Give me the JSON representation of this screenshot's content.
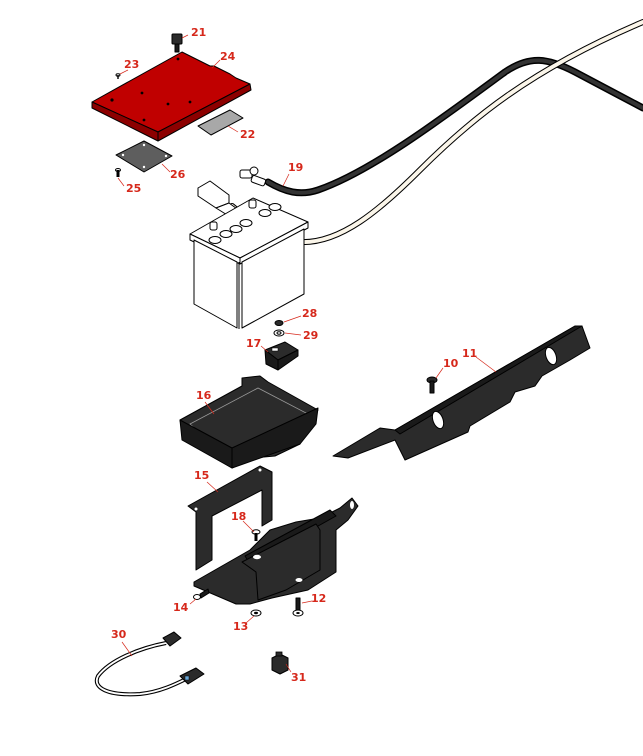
{
  "callouts": [
    {
      "id": "c21",
      "label": "21"
    },
    {
      "id": "c24",
      "label": "24"
    },
    {
      "id": "c23",
      "label": "23"
    },
    {
      "id": "c22",
      "label": "22"
    },
    {
      "id": "c26",
      "label": "26"
    },
    {
      "id": "c25",
      "label": "25"
    },
    {
      "id": "c19",
      "label": "19"
    },
    {
      "id": "c28",
      "label": "28"
    },
    {
      "id": "c29",
      "label": "29"
    },
    {
      "id": "c17",
      "label": "17"
    },
    {
      "id": "c11",
      "label": "11"
    },
    {
      "id": "c10",
      "label": "10"
    },
    {
      "id": "c16",
      "label": "16"
    },
    {
      "id": "c15",
      "label": "15"
    },
    {
      "id": "c18",
      "label": "18"
    },
    {
      "id": "c14",
      "label": "14"
    },
    {
      "id": "c12",
      "label": "12"
    },
    {
      "id": "c13",
      "label": "13"
    },
    {
      "id": "c30",
      "label": "30"
    },
    {
      "id": "c31",
      "label": "31"
    }
  ],
  "colors": {
    "callout": "#d6281b",
    "cover_red": "#c00000",
    "part_black": "#2b2b2b",
    "outline": "#000000"
  }
}
